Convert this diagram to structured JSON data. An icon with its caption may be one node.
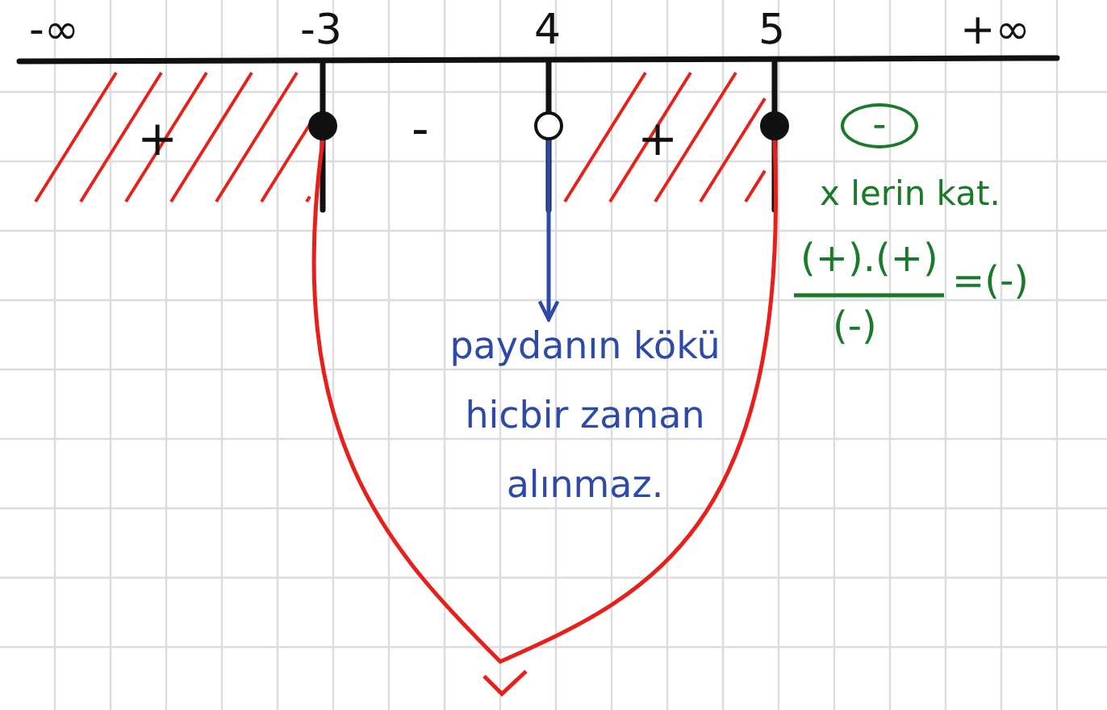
{
  "diagram": {
    "nodes": [
      {
        "text": [],
        "shape": "dot"
      },
      {
        "text": [],
        "shape": "circle"
      },
      {
        "text": [],
        "shape": "dot"
      },
      {
        "text": [
          "-"
        ]
      },
      {
        "text": [
          "paydanın kökü hicbir zaman alınmaz."
        ]
      }
    ],
    "edges": [
      {
        "from": 1,
        "to": 4,
        "arrow": "to",
        "color": "#2e4aa8"
      },
      {
        "from": 0,
        "to": 2,
        "arrow": "none",
        "color": "#e8201c"
      }
    ],
    "labels": [
      "-∞",
      "-3",
      "4",
      "5",
      "+∞",
      "+",
      "-",
      "+",
      "x lerin kat.",
      "(+).(+)",
      "(-)",
      "=(-)"
    ]
  }
}
